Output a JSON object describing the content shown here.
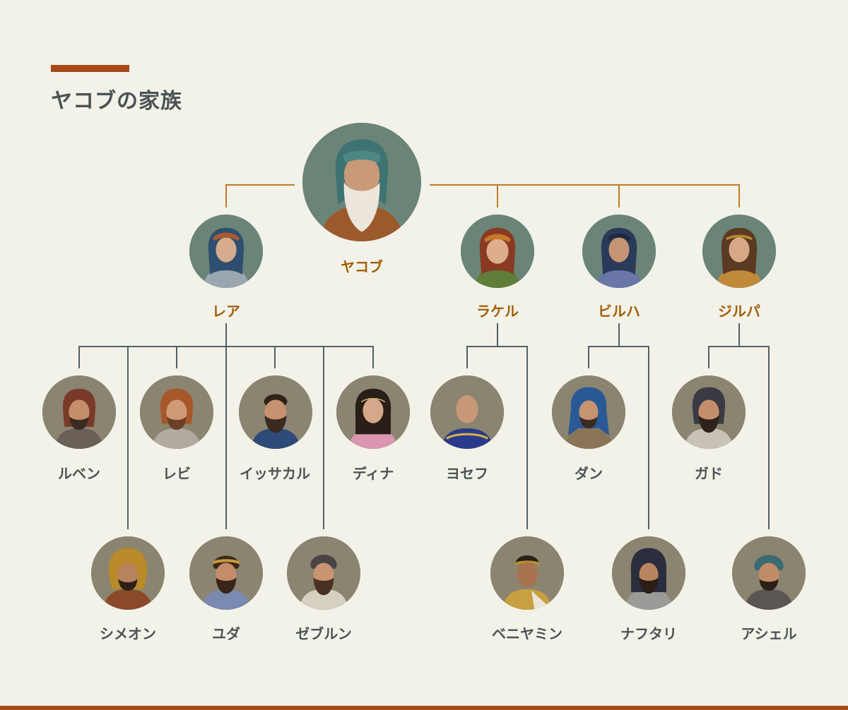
{
  "title": "ヤコブの家族",
  "colors": {
    "accent": "#a5481a",
    "parent_line": "#c07a2a",
    "child_line": "#4f6266",
    "parent_name": "#a05e08",
    "child_name": "#4a5354",
    "background": "#f3f2e9"
  },
  "people": {
    "jacob": {
      "name": "ヤコブ",
      "icon": "old-bearded-man-portrait"
    },
    "leah": {
      "name": "レア",
      "icon": "woman-portrait"
    },
    "rachel": {
      "name": "ラケル",
      "icon": "woman-portrait"
    },
    "bilhah": {
      "name": "ビルハ",
      "icon": "woman-portrait"
    },
    "zilpah": {
      "name": "ジルパ",
      "icon": "woman-portrait"
    },
    "reuben": {
      "name": "ルベン",
      "icon": "man-portrait"
    },
    "levi": {
      "name": "レビ",
      "icon": "man-portrait"
    },
    "issachar": {
      "name": "イッサカル",
      "icon": "man-portrait"
    },
    "dinah": {
      "name": "ディナ",
      "icon": "woman-portrait"
    },
    "joseph": {
      "name": "ヨセフ",
      "icon": "man-portrait"
    },
    "dan": {
      "name": "ダン",
      "icon": "man-portrait"
    },
    "gad": {
      "name": "ガド",
      "icon": "man-portrait"
    },
    "simeon": {
      "name": "シメオン",
      "icon": "man-portrait"
    },
    "judah": {
      "name": "ユダ",
      "icon": "man-portrait"
    },
    "zebulun": {
      "name": "ゼブルン",
      "icon": "man-portrait"
    },
    "benjamin": {
      "name": "ベニヤミン",
      "icon": "man-portrait"
    },
    "naphtali": {
      "name": "ナフタリ",
      "icon": "man-portrait"
    },
    "asher": {
      "name": "アシェル",
      "icon": "man-portrait"
    }
  }
}
